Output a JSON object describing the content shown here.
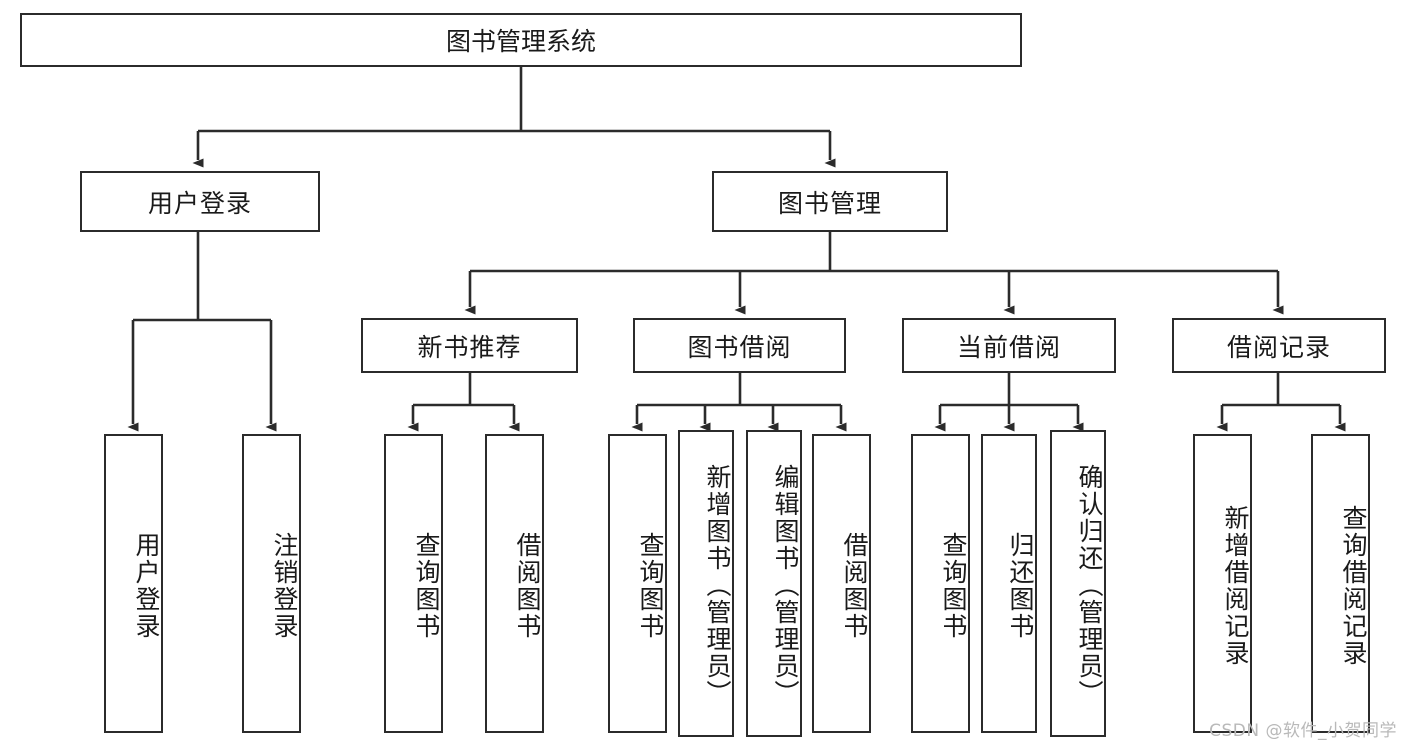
{
  "diagram": {
    "title": "图书管理系统",
    "type": "hierarchy-tree",
    "root": {
      "label": "图书管理系统"
    },
    "level2": [
      {
        "label": "用户登录"
      },
      {
        "label": "图书管理"
      }
    ],
    "level3": [
      {
        "label": "新书推荐"
      },
      {
        "label": "图书借阅"
      },
      {
        "label": "当前借阅"
      },
      {
        "label": "借阅记录"
      }
    ],
    "leaves": {
      "user_login": [
        {
          "label": "用户登录"
        },
        {
          "label": "注销登录"
        }
      ],
      "new_book_recommend": [
        {
          "label": "查询图书"
        },
        {
          "label": "借阅图书"
        }
      ],
      "book_borrow": [
        {
          "label": "查询图书"
        },
        {
          "label": "新增图书（管理员）"
        },
        {
          "label": "编辑图书（管理员）"
        },
        {
          "label": "借阅图书"
        }
      ],
      "current_borrow": [
        {
          "label": "查询图书"
        },
        {
          "label": "归还图书"
        },
        {
          "label": "确认归还（管理员）"
        }
      ],
      "borrow_record": [
        {
          "label": "新增借阅记录"
        },
        {
          "label": "查询借阅记录"
        }
      ]
    },
    "colors": {
      "stroke": "#2b2b2b",
      "fill": "#ffffff",
      "text": "#1a1a1a",
      "watermark": "#b9b9b9"
    }
  },
  "watermark": {
    "text": "CSDN @软件_小贺同学"
  }
}
